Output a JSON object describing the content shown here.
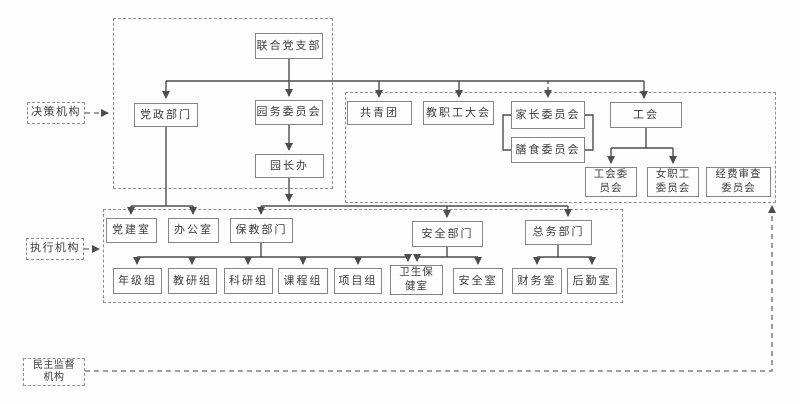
{
  "side_labels": {
    "decision": "决策机构",
    "executive": "执行机构",
    "supervision": "民主监督\n机构"
  },
  "nodes": {
    "joint_party_branch": "联合党支部",
    "party_admin_dept": "党政部门",
    "garden_affairs_committee": "园务委员会",
    "principal_office": "园长办",
    "youth_league": "共青团",
    "staff_congress": "教职工大会",
    "parents_committee": "家长委员会",
    "diet_committee": "膳食委员会",
    "trade_union": "工会",
    "union_committee": "工会委\n员会",
    "women_workers_committee": "女职工\n委员会",
    "funds_audit_committee": "经费审查\n委员会",
    "party_building_room": "党建室",
    "office": "办公室",
    "care_education_dept": "保教部门",
    "safety_dept": "安全部门",
    "general_affairs_dept": "总务部门",
    "grade_group": "年级组",
    "teaching_research_group": "教研组",
    "science_research_group": "科研组",
    "curriculum_group": "课程组",
    "project_group": "项目组",
    "health_care_room": "卫生保\n健室",
    "safety_room": "安全室",
    "finance_room": "财务室",
    "logistics_room": "后勤室"
  },
  "colors": {
    "line": "#4d4d4d",
    "box_border": "#858585",
    "container_border": "#8f8f8f",
    "text": "#3c3c3c",
    "background": "#fdfdfd"
  }
}
